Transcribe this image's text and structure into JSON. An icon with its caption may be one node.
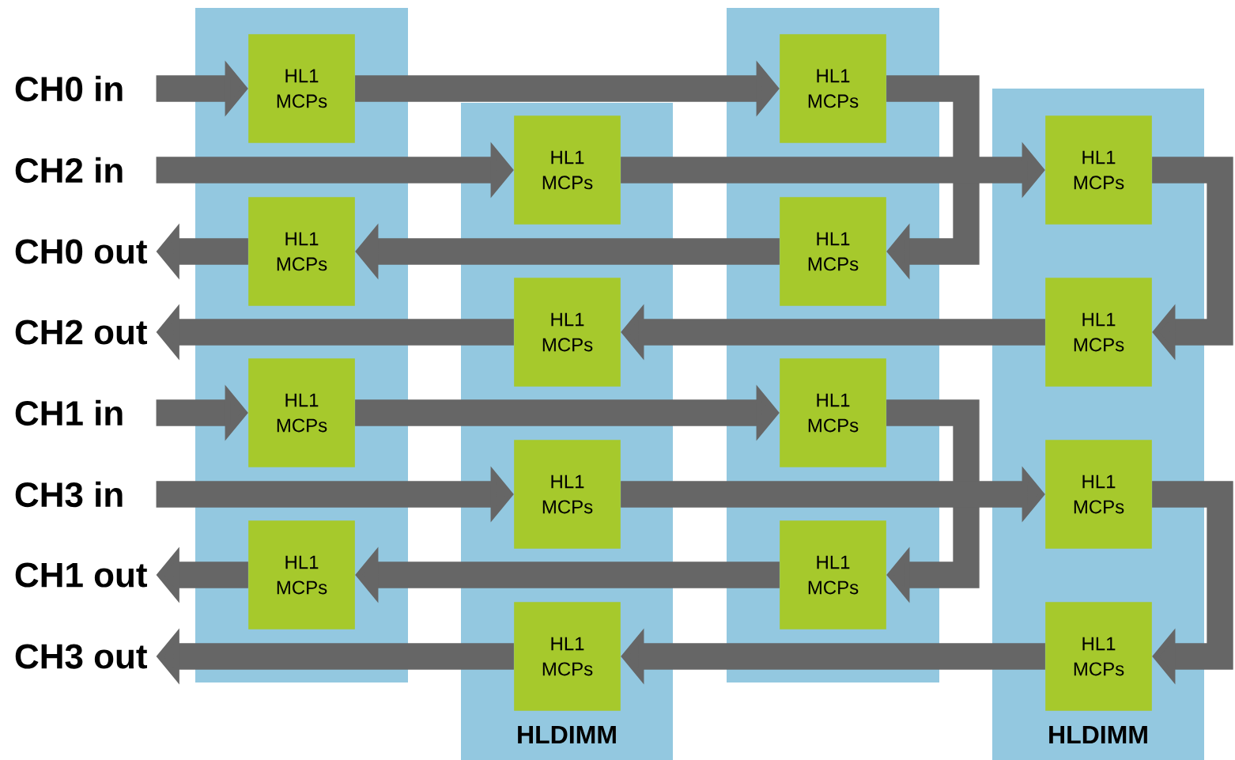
{
  "diagram": {
    "nodes": [
      {
        "text": [
          "CH0 in"
        ]
      },
      {
        "text": [
          "CH2 in"
        ]
      },
      {
        "text": [
          "CH0 out"
        ]
      },
      {
        "text": [
          "CH2 out"
        ]
      },
      {
        "text": [
          "CH1 in"
        ]
      },
      {
        "text": [
          "CH3 in"
        ]
      },
      {
        "text": [
          "CH1 out"
        ]
      },
      {
        "text": [
          "CH3 out"
        ]
      },
      {
        "text": [],
        "shape": "box"
      },
      {
        "text": [
          "HLDIMM"
        ]
      },
      {
        "text": [],
        "shape": "box"
      },
      {
        "text": [
          "HLDIMM"
        ]
      },
      {
        "text": [
          "HL1 MCPs"
        ],
        "in": 8
      },
      {
        "text": [
          "HL1 MCPs"
        ],
        "in": 8
      },
      {
        "text": [
          "HL1 MCPs"
        ],
        "in": 8
      },
      {
        "text": [
          "HL1 MCPs"
        ],
        "in": 8
      },
      {
        "text": [
          "HL1 MCPs"
        ],
        "in": 9
      },
      {
        "text": [
          "HL1 MCPs"
        ],
        "in": 9
      },
      {
        "text": [
          "HL1 MCPs"
        ],
        "in": 9
      },
      {
        "text": [
          "HL1 MCPs"
        ],
        "in": 9
      },
      {
        "text": [
          "HL1 MCPs"
        ],
        "in": 10
      },
      {
        "text": [
          "HL1 MCPs"
        ],
        "in": 10
      },
      {
        "text": [
          "HL1 MCPs"
        ],
        "in": 10
      },
      {
        "text": [
          "HL1 MCPs"
        ],
        "in": 10
      },
      {
        "text": [
          "HL1 MCPs"
        ],
        "in": 11
      },
      {
        "text": [
          "HL1 MCPs"
        ],
        "in": 11
      },
      {
        "text": [
          "HL1 MCPs"
        ],
        "in": 11
      },
      {
        "text": [
          "HL1 MCPs"
        ],
        "in": 11
      }
    ],
    "edges": [
      {
        "from": 0,
        "to": 12,
        "arrow": "to"
      },
      {
        "from": 12,
        "to": 20,
        "arrow": "to"
      },
      {
        "from": 20,
        "to": 21,
        "arrow": "to"
      },
      {
        "from": 21,
        "to": 13,
        "arrow": "to"
      },
      {
        "from": 13,
        "to": 2,
        "arrow": "to"
      },
      {
        "from": 1,
        "to": 16,
        "arrow": "to"
      },
      {
        "from": 16,
        "to": 24,
        "arrow": "to"
      },
      {
        "from": 24,
        "to": 25,
        "arrow": "to"
      },
      {
        "from": 25,
        "to": 17,
        "arrow": "to"
      },
      {
        "from": 17,
        "to": 3,
        "arrow": "to"
      },
      {
        "from": 4,
        "to": 14,
        "arrow": "to"
      },
      {
        "from": 14,
        "to": 22,
        "arrow": "to"
      },
      {
        "from": 22,
        "to": 23,
        "arrow": "to"
      },
      {
        "from": 23,
        "to": 15,
        "arrow": "to"
      },
      {
        "from": 15,
        "to": 6,
        "arrow": "to"
      },
      {
        "from": 5,
        "to": 18,
        "arrow": "to"
      },
      {
        "from": 18,
        "to": 26,
        "arrow": "to"
      },
      {
        "from": 26,
        "to": 27,
        "arrow": "to"
      },
      {
        "from": 27,
        "to": 19,
        "arrow": "to"
      },
      {
        "from": 19,
        "to": 7,
        "arrow": "to"
      }
    ]
  }
}
